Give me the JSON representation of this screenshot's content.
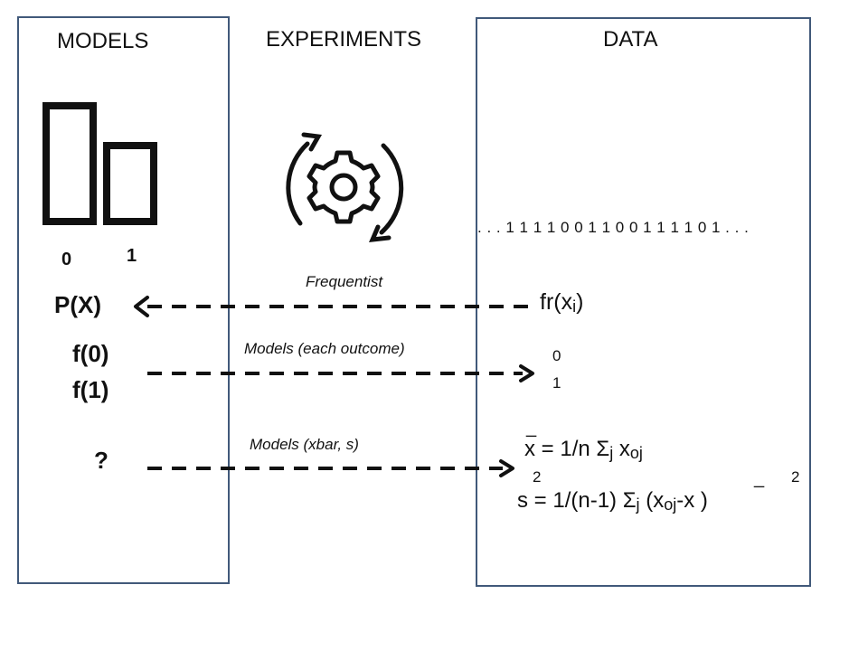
{
  "headers": {
    "models": "MODELS",
    "experiments": "EXPERIMENTS",
    "data": "DATA"
  },
  "bar_chart": {
    "type": "bar",
    "categories": [
      "0",
      "1"
    ],
    "values": [
      2,
      1.35
    ]
  },
  "sequence": ". . . 1 1 1 1 0 0 1 1 0 0 1 1 1 1 0 1 . . .",
  "rows": [
    {
      "left": "P(X)",
      "label": "Frequentist",
      "right": "fr(x",
      "right_sub": "i",
      "right_close": ")"
    },
    {
      "left_1": "f(0)",
      "left_2": "f(1)",
      "label": "Models (each outcome)",
      "right_1": "0",
      "right_2": "1"
    },
    {
      "left": "?",
      "label": "Models (xbar, s)"
    }
  ],
  "equations": {
    "mean": {
      "bar": "_",
      "x": "x",
      "rhs": " = 1/n  Σ",
      "j": "j",
      "x2": " x",
      "oj": "oj"
    },
    "var": {
      "s": "s",
      "sup": "2",
      "rhs": " = 1/(n-1)  Σ",
      "j": "j",
      "open": " (x",
      "oj": "oj",
      "minus": "-x",
      "close": " )",
      "sup2": "2",
      "bar": "_"
    }
  },
  "colors": {
    "box_border": "#41597a",
    "ink": "#111111"
  },
  "icons": {
    "experiment": "gear-cycle-icon"
  }
}
